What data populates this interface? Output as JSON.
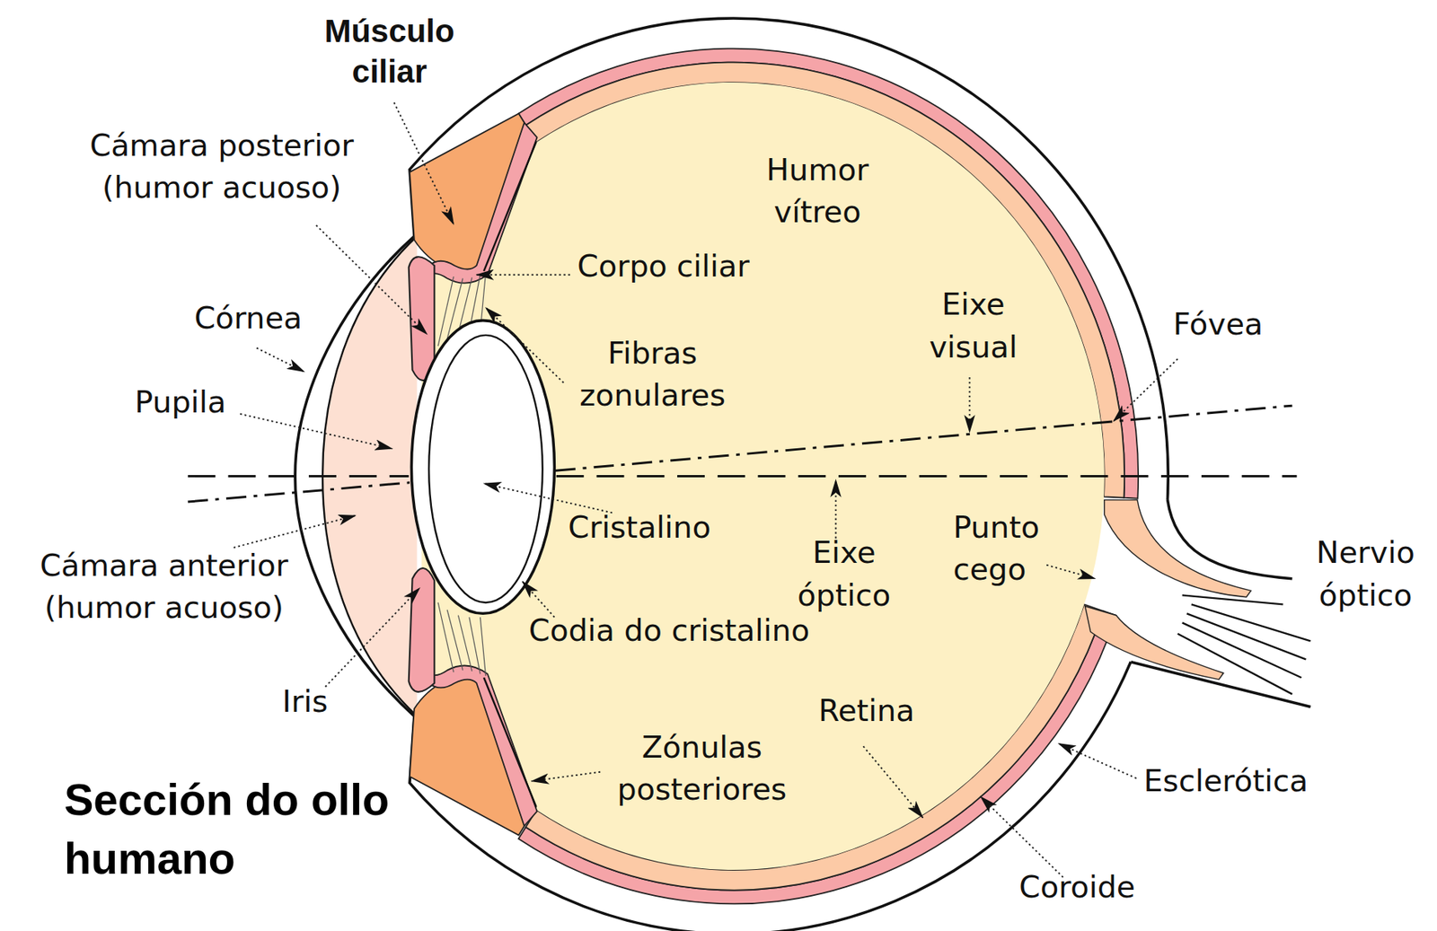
{
  "diagram": {
    "title": "Sección do ollo humano",
    "labels": [
      "Músculo ciliar",
      "Cámara posterior (humor acuoso)",
      "Córnea",
      "Pupila",
      "Cámara anterior (humor acuoso)",
      "Iris",
      "Humor vítreo",
      "Corpo ciliar",
      "Fibras zonulares",
      "Eixe visual",
      "Fóvea",
      "Cristalino",
      "Eixe óptico",
      "Punto cego",
      "Nervio óptico",
      "Codia do cristalino",
      "Retina",
      "Zónulas posteriores",
      "Esclerótica",
      "Coroide"
    ]
  }
}
